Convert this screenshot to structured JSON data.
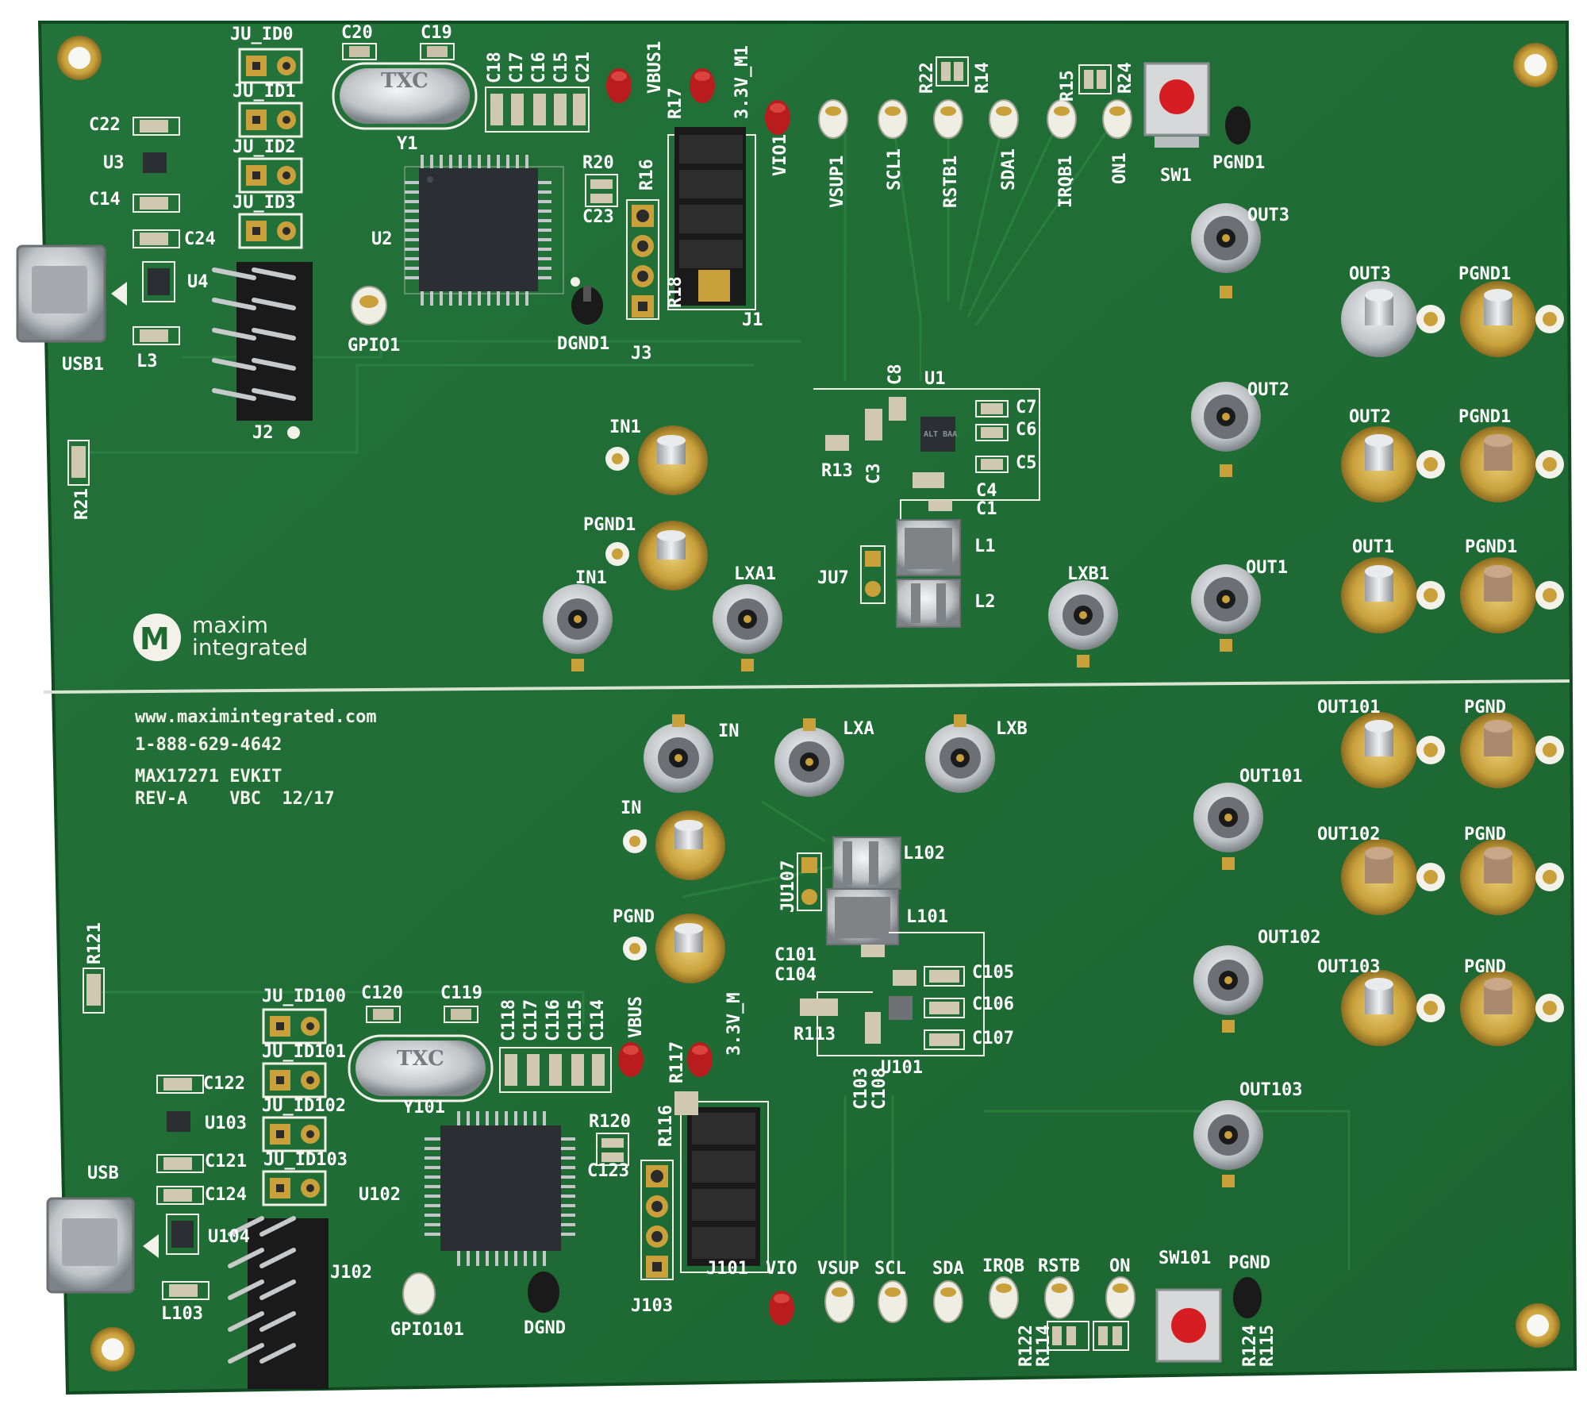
{
  "colors": {
    "pcb": "#1f6b30",
    "pcb_dark": "#17592a",
    "trace": "#2a7a3a",
    "silk": "#f2f2ea",
    "gold": "#c9a03a",
    "silver": "#cfd2d4",
    "header_black": "#1a1a1a",
    "red_probe": "#b81c1c",
    "white_probe": "#efeee4",
    "ic_body": "#2b2f33"
  },
  "board": {
    "logo": {
      "line1": "maxim",
      "line2": "integrated",
      "tm": "™"
    },
    "info": {
      "website": "www.maximintegrated.com",
      "phone": "1-888-629-4642",
      "model": "MAX17271 EVKIT",
      "revision": "REV-A    VBC  12/17"
    },
    "labels": {
      "ju_id0": "JU_ID0",
      "ju_id1": "JU_ID1",
      "ju_id2": "JU_ID2",
      "ju_id3": "JU_ID3",
      "c20": "C20",
      "c19": "C19",
      "c22": "C22",
      "c14": "C14",
      "c24": "C24",
      "u3": "U3",
      "u4": "U4",
      "usb1": "USB1",
      "l3": "L3",
      "j2": "J2",
      "gpio1": "GPIO1",
      "y1": "Y1",
      "u2": "U2",
      "dgnd1": "DGND1",
      "j3": "J3",
      "c18": "C18",
      "c17": "C17",
      "c16": "C16",
      "c15": "C15",
      "c21": "C21",
      "vbus1": "VBUS1",
      "v33_m1": "3.3V_M1",
      "r17": "R17",
      "r20": "R20",
      "c23": "C23",
      "r16": "R16",
      "r18": "R18",
      "j1": "J1",
      "vio1": "VIO1",
      "vsup1": "VSUP1",
      "scl1": "SCL1",
      "rstb1": "RSTB1",
      "sda1": "SDA1",
      "irqb1": "IRQB1",
      "on1": "ON1",
      "r22": "R22",
      "r14": "R14",
      "r15": "R15",
      "r24": "R24",
      "sw1": "SW1",
      "pgnd1_top": "PGND1",
      "out3_probe": "OUT3",
      "out3": "OUT3",
      "pgnd1_a": "PGND1",
      "out2_probe": "OUT2",
      "out2": "OUT2",
      "pgnd1_b": "PGND1",
      "out1_probe": "OUT1",
      "out1": "OUT1",
      "pgnd1_c": "PGND1",
      "u1": "U1",
      "c8": "C8",
      "c7": "C7",
      "c6": "C6",
      "c5": "C5",
      "c4": "C4",
      "c1": "C1",
      "r13": "R13",
      "c3": "C3",
      "l1": "L1",
      "l2": "L2",
      "ju7": "JU7",
      "ic_mark": "ALT BAA",
      "in1": "IN1",
      "pgnd1_left": "PGND1",
      "in1_probe": "IN1",
      "lxa1": "LXA1",
      "lxb1": "LXB1",
      "r21": "R21",
      "in_probe": "IN",
      "lxa": "LXA",
      "lxb": "LXB",
      "in": "IN",
      "pgnd_left": "PGND",
      "out101": "OUT101",
      "pgnd_a": "PGND",
      "out101_probe": "OUT101",
      "out102": "OUT102",
      "pgnd_b": "PGND",
      "out102_probe": "OUT102",
      "out103": "OUT103",
      "pgnd_c": "PGND",
      "out103_probe": "OUT103",
      "l102": "L102",
      "l101": "L101",
      "ju107": "JU107",
      "c101": "C101",
      "c104": "C104",
      "c105": "C105",
      "c106": "C106",
      "c107": "C107",
      "r113": "R113",
      "c103": "C103",
      "c108": "C108",
      "u101": "U101",
      "r121": "R121",
      "ju_id100": "JU_ID100",
      "ju_id101": "JU_ID101",
      "ju_id102": "JU_ID102",
      "ju_id103": "JU_ID103",
      "c120": "C120",
      "c119": "C119",
      "c118": "C118",
      "c117": "C117",
      "c116": "C116",
      "c115": "C115",
      "c114": "C114",
      "vbus": "VBUS",
      "v33_m": "3.3V_M",
      "r117": "R117",
      "y101": "Y101",
      "c122": "C122",
      "u103": "U103",
      "c121": "C121",
      "c124": "C124",
      "usb": "USB",
      "u104": "U104",
      "l103": "L103",
      "j102": "J102",
      "u102": "U102",
      "r120": "R120",
      "c123": "C123",
      "r116": "R116",
      "j103": "J103",
      "j101": "J101",
      "gpio101": "GPIO101",
      "dgnd": "DGND",
      "vio": "VIO",
      "vsup": "VSUP",
      "scl": "SCL",
      "sda": "SDA",
      "irqb": "IRQB",
      "rstb": "RSTB",
      "on": "ON",
      "sw101": "SW101",
      "pgnd_bot": "PGND",
      "r122": "R122",
      "r114": "R114",
      "r124": "R124",
      "r115": "R115",
      "xtal_top": "TXC",
      "xtal_bot": "TXC"
    }
  }
}
